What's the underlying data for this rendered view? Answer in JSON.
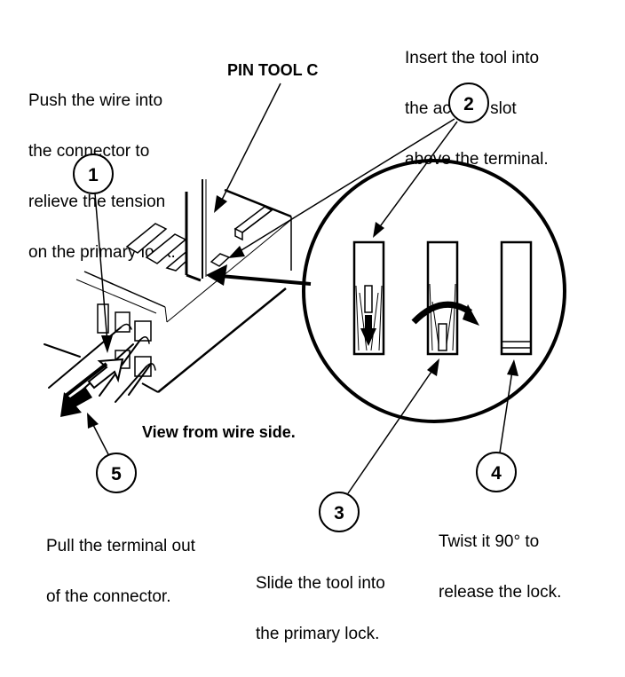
{
  "diagram": {
    "title_label": "PIN TOOL C",
    "view_caption": "View from wire side.",
    "ink_color": "#000000",
    "background_color": "#ffffff",
    "steps": [
      {
        "number": "1",
        "lines": [
          "Push the wire into",
          "the connector to",
          "relieve the tension",
          "on the primary lock."
        ]
      },
      {
        "number": "2",
        "lines": [
          "Insert the tool into",
          "the access slot",
          "above the terminal."
        ]
      },
      {
        "number": "3",
        "lines": [
          "Slide the tool into",
          "the primary lock."
        ]
      },
      {
        "number": "4",
        "lines": [
          "Twist it 90° to",
          "release the lock."
        ]
      },
      {
        "number": "5",
        "lines": [
          "Pull the terminal out",
          "of the connector."
        ]
      }
    ],
    "detail_view": {
      "panels": [
        "tool-inserted-slide-down",
        "tool-twist-90",
        "lock-released"
      ]
    }
  }
}
